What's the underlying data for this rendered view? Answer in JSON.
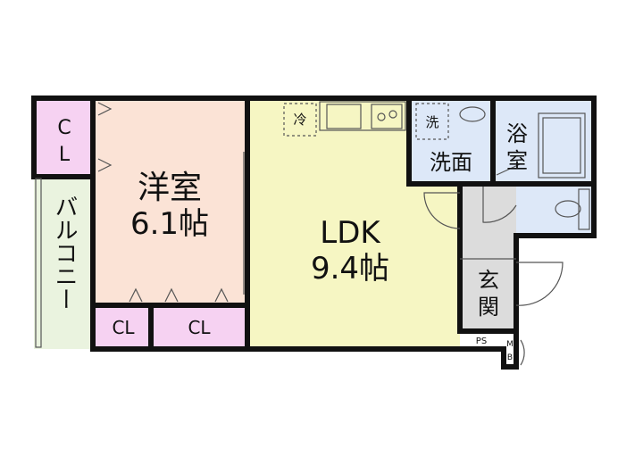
{
  "rooms": {
    "bedroom": {
      "name": "洋室",
      "size": "6.1帖"
    },
    "ldk": {
      "name": "LDK",
      "size": "9.4帖"
    },
    "closet_top": {
      "line1": "C",
      "line2": "L"
    },
    "closet_bottom_left": "CL",
    "closet_bottom_right": "CL",
    "balcony": "バルコニー",
    "washroom": "洗面",
    "bath": {
      "line1": "浴",
      "line2": "室"
    },
    "entrance": {
      "line1": "玄",
      "line2": "関"
    }
  },
  "fixtures": {
    "fridge": "冷",
    "washer": "洗",
    "pipe_space": "PS",
    "meter_box": {
      "line1": "M",
      "line2": "B"
    }
  },
  "colors": {
    "wall": "#111111",
    "ldk": "#f6f6c3",
    "bedroom": "#fbe3d6",
    "closet": "#f6d2f2",
    "wet_area": "#dde8f8",
    "entrance": "#dcdcdc",
    "balcony": "#eaf3df"
  }
}
